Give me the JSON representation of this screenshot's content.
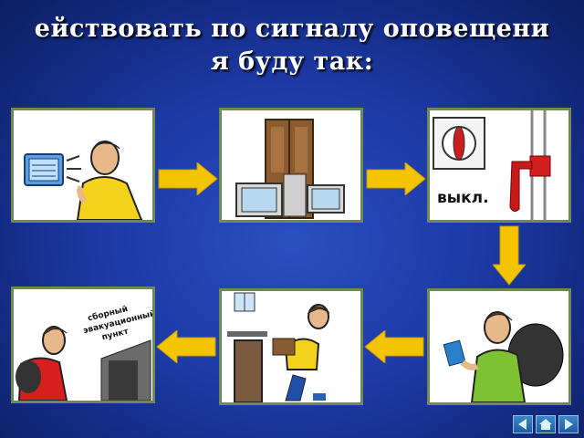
{
  "title": {
    "line1": "ействовать по сигналу оповещени",
    "line2": "я буду так:"
  },
  "cards": {
    "switch_label": "выкл."
  },
  "nav": {
    "prev_icon": "triangle-left-icon",
    "home_icon": "home-icon",
    "next_icon": "triangle-right-icon"
  },
  "sign_text": "сборный эвакуационный пункт"
}
